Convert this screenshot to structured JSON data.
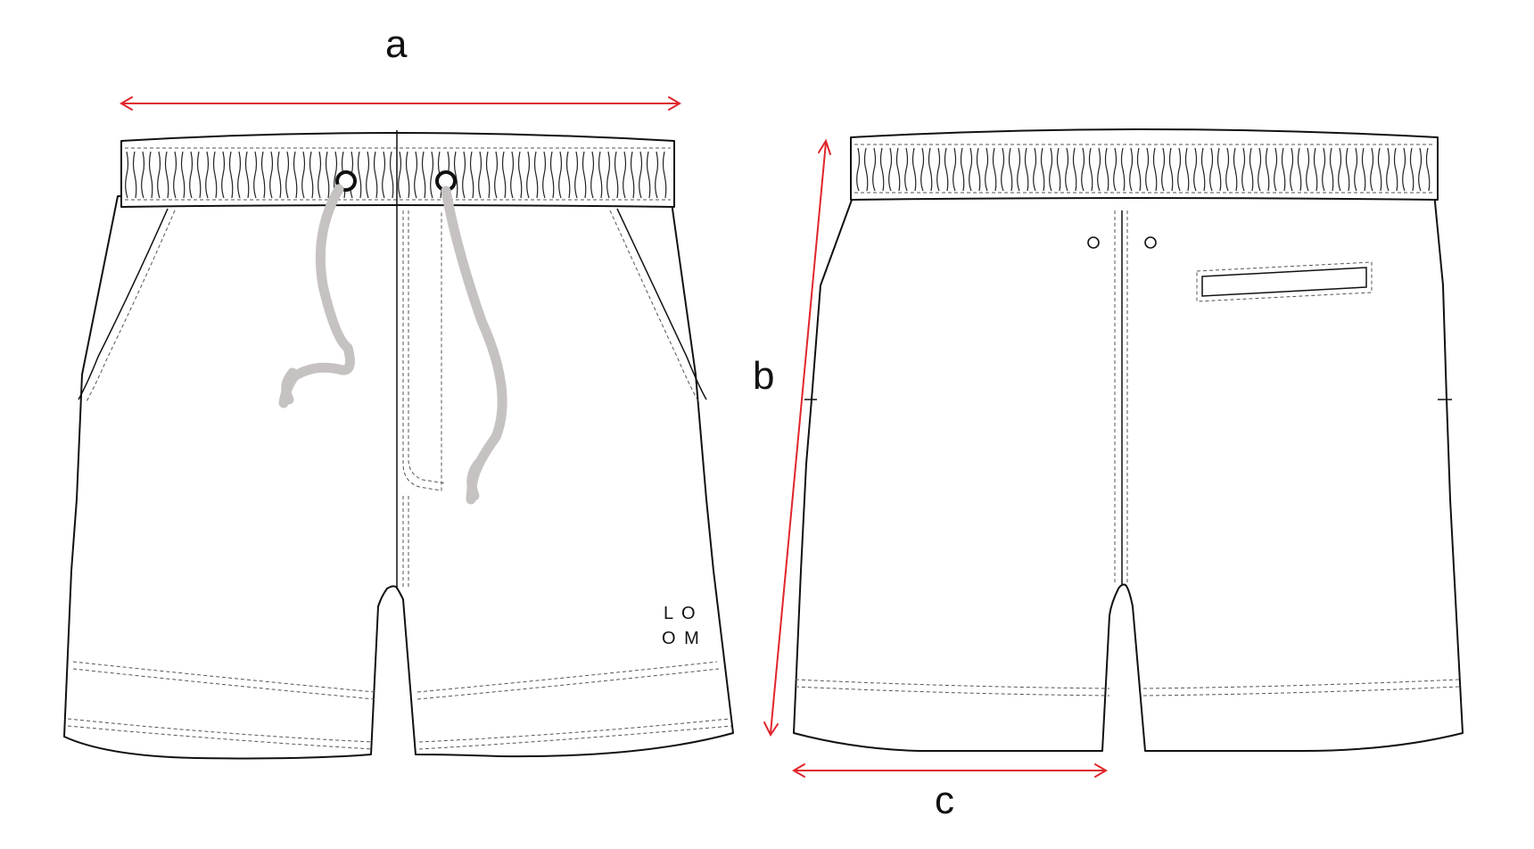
{
  "labels": {
    "a": "a",
    "b": "b",
    "c": "c"
  },
  "logo": {
    "line1": "L O",
    "line2": "O M"
  },
  "colors": {
    "dimension_arrow": "#e0262c",
    "drawcord": "#c6c2c1",
    "outline": "#111111"
  }
}
